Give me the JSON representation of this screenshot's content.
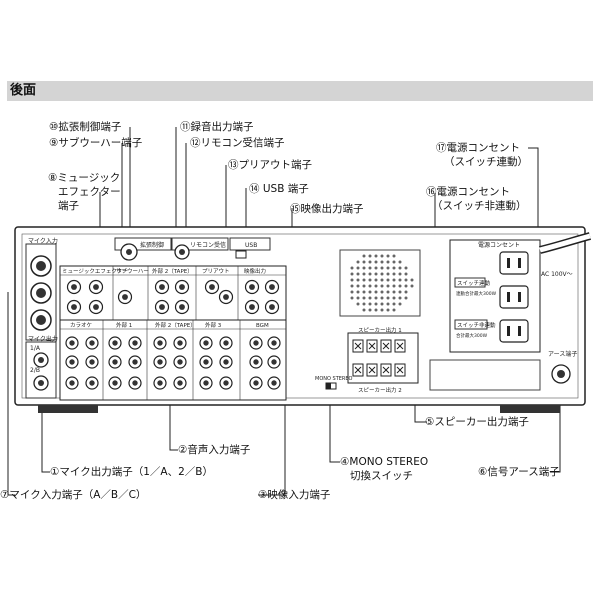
{
  "section_title": "後面",
  "callouts": {
    "c10": "⑩拡張制御端子",
    "c9": "⑨サブウーハー端子",
    "c8_l1": "⑧ミュージック",
    "c8_l2": "エフェクター",
    "c8_l3": "端子",
    "c11": "⑪録音出力端子",
    "c12": "⑫リモコン受信端子",
    "c13": "⑬プリアウト端子",
    "c14": "⑭ USB 端子",
    "c15": "⑮映像出力端子",
    "c17_l1": "⑰電源コンセント",
    "c17_l2": "（スイッチ連動）",
    "c16_l1": "⑯電源コンセント",
    "c16_l2": "（スイッチ非連動）",
    "c2": "②音声入力端子",
    "c1": "①マイク出力端子（1／A、2／B）",
    "c7": "⑦マイク入力端子（A／B／C）",
    "c3": "③映像入力端子",
    "c4_l1": "④MONO STEREO",
    "c4_l2": "切換スイッチ",
    "c5": "⑤スピーカー出力端子",
    "c6": "⑥信号アース端子"
  },
  "panel": {
    "mic_in": "マイク入力",
    "mic_out": "マイク出力",
    "mic_out_1a": "1/A",
    "mic_out_2b": "2/B",
    "ext_ctrl": "拡張制御",
    "remote": "リモコン受信",
    "usb": "USB",
    "music_effector": "ミュージックエフェクター",
    "subwoofer": "サブウーハー",
    "ext2_tape": "外部 2（TAPE）",
    "preout": "プリアウト",
    "video_out": "映像出力",
    "karaoke": "カラオケ",
    "ext1": "外部 1",
    "ext3": "外部 3",
    "bgm": "BGM",
    "outlet_title": "電源コンセント",
    "sw_linked": "スイッチ連動",
    "sw_linked_spec": "連動合計最大300W",
    "sw_unlinked": "スイッチ非連動",
    "sw_unlinked_spec": "合計最大300W",
    "ac": "AC 100V〜",
    "speaker_out1": "スピーカー出力 1",
    "speaker_out2": "スピーカー出力 2",
    "mono_stereo": "MONO  STEREO",
    "earth": "アース端子"
  }
}
